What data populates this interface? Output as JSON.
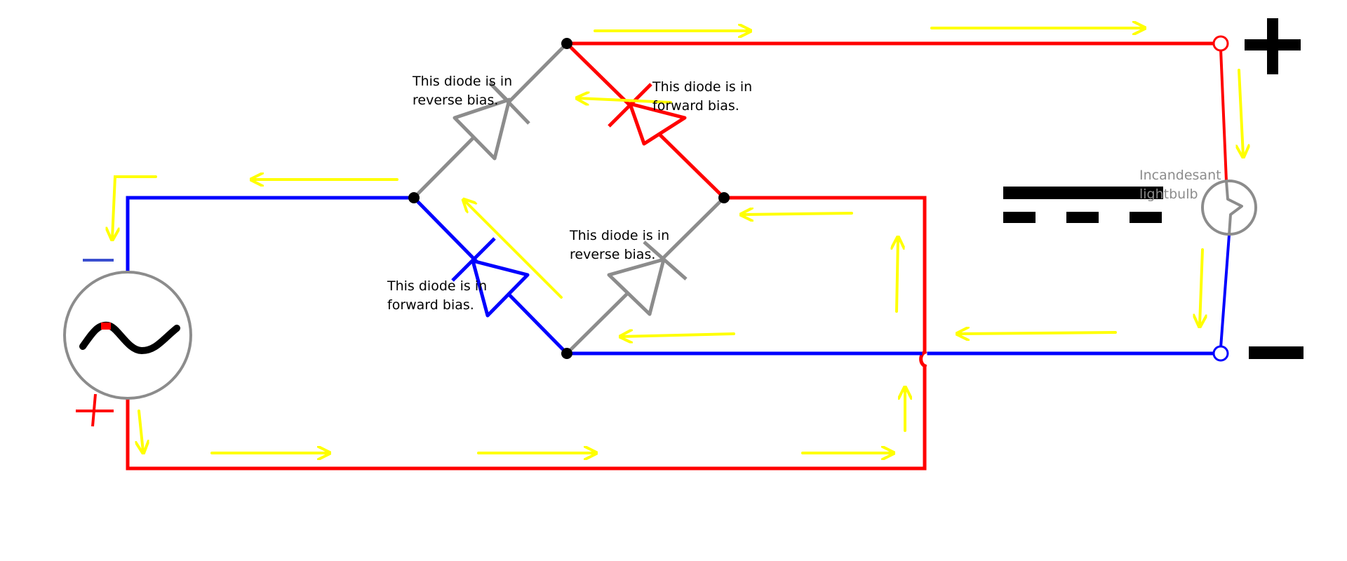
{
  "colors": {
    "positive": "#ff0000",
    "negative": "#0000ff",
    "neutral": "#8c8c8c",
    "current_arrow": "#ffff00",
    "junction": "#000000"
  },
  "labels": {
    "diode_top_left": [
      "This diode is in",
      "reverse bias."
    ],
    "diode_top_right": [
      "This diode is in",
      "forward bias."
    ],
    "diode_bottom_left": [
      "This diode is in",
      "forward bias."
    ],
    "diode_bottom_right": [
      "This diode is in",
      "reverse bias."
    ],
    "lightbulb": [
      "Incandesant",
      "lightbulb"
    ]
  },
  "symbols": {
    "plus_icon": "plus-sign-icon",
    "minus_icon": "minus-sign-icon",
    "ac_icon": "sine-wave-icon",
    "dc_icon": "dc-symbol-icon"
  }
}
